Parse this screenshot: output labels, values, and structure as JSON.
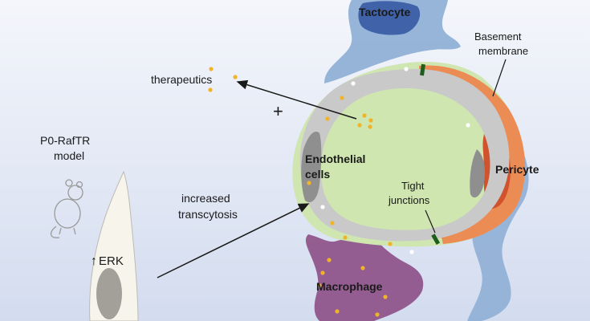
{
  "labels": {
    "tactocyte": "Tactocyte",
    "basement_line1": "Basement",
    "basement_line2": "membrane",
    "therapeutics": "therapeutics",
    "plus": "+",
    "model_line1": "P0-RafTR",
    "model_line2": "model",
    "endothelial_line1": "Endothelial",
    "endothelial_line2": "cells",
    "pericyte": "Pericyte",
    "tight_line1": "Tight",
    "tight_line2": "junctions",
    "increased_line1": "increased",
    "increased_line2": "transcytosis",
    "erk": "ERK",
    "erk_arrow": "↑",
    "macrophage": "Macrophage"
  },
  "colors": {
    "background_top": "#f4f6fb",
    "background_bottom": "#d6def0",
    "vessel_wall": "#c9c9c9",
    "vessel_nucleus": "#8f8f8f",
    "basement_membrane": "#c6e2a6",
    "pericyte": "#e98a52",
    "pericyte_nucleus": "#d2552f",
    "tactocyte": "#7fa6d2",
    "tactocyte_nucleus": "#3f62a8",
    "macrophage": "#8c4f86",
    "tight_junction": "#1f5e1a",
    "particle": "#f0b428",
    "schwann_cell": "#f7f4ec",
    "schwann_nucleus": "#a3a09a",
    "arrow": "#1a1a1a"
  },
  "icons": {
    "mouse": "mouse-icon"
  }
}
